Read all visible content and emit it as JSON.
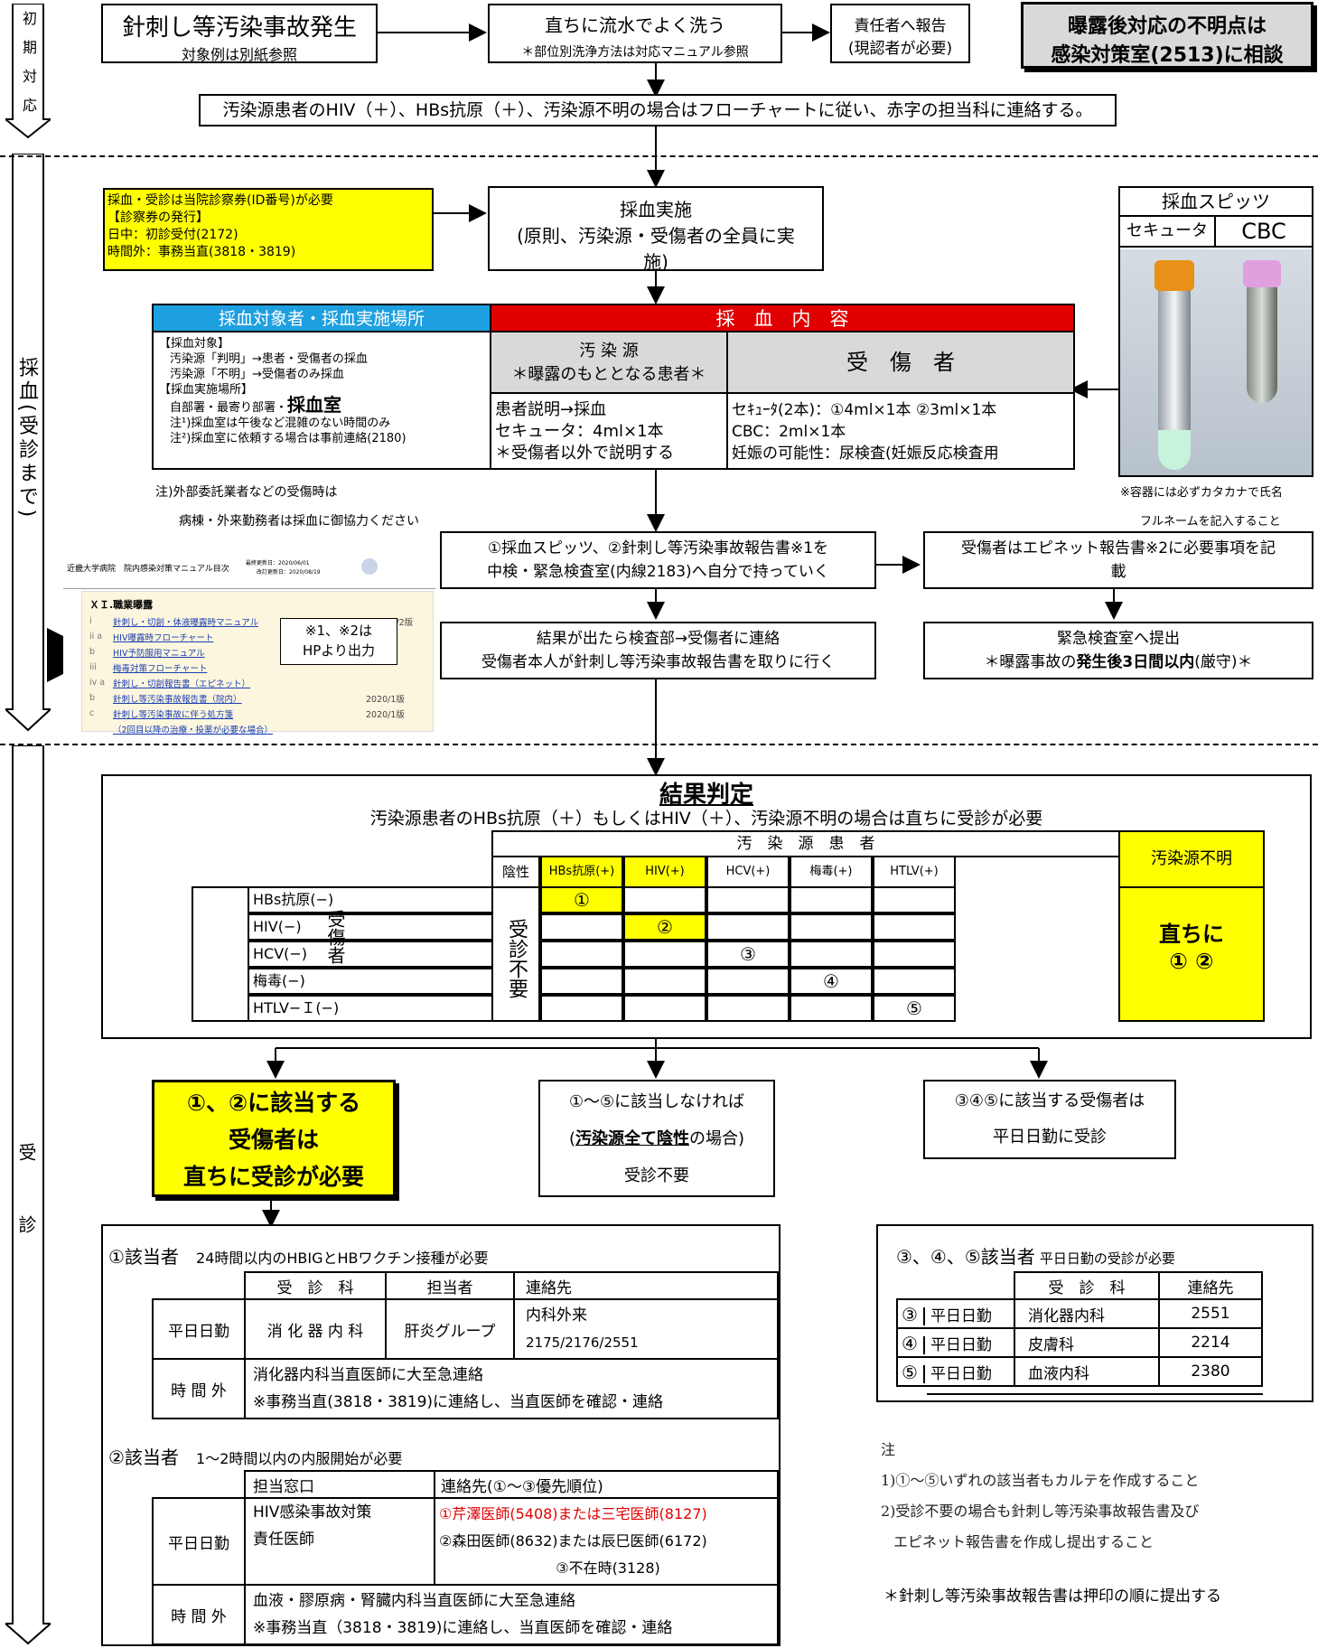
{
  "side": {
    "phase1": "初期対応",
    "phase2": "採血(受診まで)",
    "phase3": "受診"
  },
  "top": {
    "accident_title": "針刺し等汚染事故発生",
    "accident_sub": "対象例は別紙参照",
    "wash_title": "直ちに流水でよく洗う",
    "wash_sub": "＊部位別洗浄方法は対応マニュアル参照",
    "report_line1": "責任者へ報告",
    "report_line2": "(現認者が必要)",
    "consult_line1": "曝露後対応の不明点は",
    "consult_line2": "感染対策室(2513)に相談",
    "contact_note": "汚染源患者のHIV（＋）、HBs抗原（＋）、汚染源不明の場合はフローチャートに従い、赤字の担当科に連絡する。"
  },
  "blood": {
    "card_line1": "採血・受診は当院診察券(ID番号)が必要",
    "card_line2": "【診察券の発行】",
    "card_line3": "日中：初診受付(2172)",
    "card_line4": "時間外：事務当直(3818・3819)",
    "draw_title": "採血実施",
    "draw_sub": "(原則、汚染源・受傷者の全員に実施)",
    "tube_header": "採血スピッツ",
    "tube_a": "セキュータ",
    "tube_b": "CBC",
    "tube_note1": "※容器には必ずカタカナで氏名",
    "tube_note2": "フルネームを記入すること",
    "target_header": "採血対象者・採血実施場所",
    "content_header": "採　血　内　容",
    "target_l1": "【採血対象】",
    "target_l2": "汚染源「判明」→患者・受傷者の採血",
    "target_l3": "汚染源「不明」→受傷者のみ採血",
    "target_l4": "【採血実施場所】",
    "target_l5a": "自部署・最寄り部署・",
    "target_l5b": "採血室",
    "target_l6": "注¹)採血室は午後など混雑のない時間のみ",
    "target_l7": "注²)採血室に依頼する場合は事前連絡(2180)",
    "source_title": "汚 染 源",
    "source_sub": "＊曝露のもととなる患者＊",
    "injured_title": "受　傷　者",
    "source_l1": "患者説明→採血",
    "source_l2": "セキュータ：4ml×1本",
    "source_l3": "＊受傷者以外で説明する",
    "injured_l1": "セｷｭｰﾀ(2本)：①4ml×1本 ②3ml×1本",
    "injured_l2": "CBC：2ml×1本",
    "injured_l3": "妊娠の可能性：尿検査(妊娠反応検査用",
    "outsource_l1": "注)外部委託業者などの受傷時は",
    "outsource_l2": "病棟・外来勤務者は採血に御協力ください",
    "step_carry_l1": "①採血スピッツ、②針刺し等汚染事故報告書※1を",
    "step_carry_l2": "中検・緊急検査室(内線2183)へ自分で持っていく",
    "step_epinet_l1": "受傷者はエピネット報告書※2に必要事項を記",
    "step_epinet_l2": "載",
    "step_result_l1": "結果が出たら検査部→受傷者に連絡",
    "step_result_l2": "受傷者本人が針刺し等汚染事故報告書を取りに行く",
    "step_submit_l1": "緊急検査室へ提出",
    "step_submit_l2a": "＊曝露事故の",
    "step_submit_l2b": "発生後3日間以内",
    "step_submit_l2c": "(厳守)＊"
  },
  "manual": {
    "hospital": "近畿大学病院　院内感染対策マニュアル目次",
    "dates1": "最終更新日：2020/06/01",
    "dates2": "改訂更新日：2020/08/19",
    "chapter": "ＸＩ.職業曝露",
    "items": [
      {
        "no": "i",
        "text": "針刺し・切創・体液曝露時マニュアル",
        "ver": "2020/1/2版"
      },
      {
        "no": "ii  a",
        "text": "HIV曝露時フローチャート",
        "ver": "版"
      },
      {
        "no": "b",
        "text": "HIV予防服用マニュアル",
        "ver": "版"
      },
      {
        "no": "iii",
        "text": "梅毒対策フローチャート",
        "ver": ""
      },
      {
        "no": "iv  a",
        "text": "針刺し・切創報告書（エピネット）",
        "ver": ""
      },
      {
        "no": "b",
        "text": "針刺し等汚染事故報告書（院内）",
        "ver": "2020/1版"
      },
      {
        "no": "c",
        "text": "針刺し等汚染事故に伴う処方箋",
        "ver": "2020/1版"
      },
      {
        "no": "",
        "text": "（2回目以降の治療・投薬が必要な場合）",
        "ver": ""
      }
    ],
    "callout_l1": "※1、※2は",
    "callout_l2": "HPより出力"
  },
  "result": {
    "title": "結果判定",
    "subtitle": "汚染源患者のHBs抗原（＋）もしくはHIV（＋）、汚染源不明の場合は直ちに受診が必要",
    "source_patient": "汚　染　源　患　者",
    "source_unknown": "汚染源不明",
    "col_negative": "陰性",
    "cols": [
      "HBs抗原(+)",
      "HIV(+)",
      "HCV(+)",
      "梅毒(+)",
      "HTLV(+)"
    ],
    "injured_label": "受傷者",
    "rows": [
      "HBs抗原(−)",
      "HIV(−)",
      "HCV(−)",
      "梅毒(−)",
      "HTLV−Ｉ(−)"
    ],
    "no_visit": "受診不要",
    "marks": [
      "①",
      "②",
      "③",
      "④",
      "⑤"
    ],
    "immediate_l1": "直ちに",
    "immediate_l2": "① ②"
  },
  "outcome": {
    "a_l1": "①、②に該当する",
    "a_l2": "受傷者は",
    "a_l3": "直ちに受診が必要",
    "b_l1": "①～⑤に該当しなければ",
    "b_l2a": "汚染源全て陰性",
    "b_l2b": "の場合)",
    "b_l2open": "(",
    "b_l3": "受診不要",
    "c_l1": "③④⑤に該当する受傷者は",
    "c_l2": "平日日勤に受診"
  },
  "case1": {
    "title": "①該当者",
    "desc": "24時間以内のHBIGとHBワクチン接種が必要",
    "h1": "受　診　科",
    "h2": "担当者",
    "h3": "連絡先",
    "weekday": "平日日勤",
    "dept": "消 化 器 内 科",
    "person": "肝炎グループ",
    "contact1": "内科外来",
    "contact2": "2175/2176/2551",
    "afterhours": "時 間 外",
    "ah1": "消化器内科当直医師に大至急連絡",
    "ah2": "※事務当直(3818・3819)に連絡し、当直医師を確認・連絡"
  },
  "case2": {
    "title": "②該当者",
    "desc": "1～2時間以内の内服開始が必要",
    "h1": "担当窓口",
    "h2": "連絡先(①～③優先順位)",
    "weekday": "平日日勤",
    "window1": "HIV感染事故対策",
    "window2": "責任医師",
    "c1": "①芹澤医師(5408)または三宅医師(8127)",
    "c2": "②森田医師(8632)または辰巳医師(6172)",
    "c3": "③不在時(3128)",
    "afterhours": "時 間 外",
    "ah1": "血液・膠原病・腎臓内科当直医師に大至急連絡",
    "ah2": "※事務当直（3818・3819)に連絡し、当直医師を確認・連絡"
  },
  "case345": {
    "title": "③、④、⑤該当者",
    "desc": "平日日勤の受診が必要",
    "h1": "受　診　科",
    "h2": "連絡先",
    "rows": [
      {
        "mark": "③",
        "when": "平日日勤",
        "dept": "消化器内科",
        "tel": "2551"
      },
      {
        "mark": "④",
        "when": "平日日勤",
        "dept": "皮膚科",
        "tel": "2214"
      },
      {
        "mark": "⑤",
        "when": "平日日勤",
        "dept": "血液内科",
        "tel": "2380"
      }
    ]
  },
  "notes": {
    "head": "注",
    "n1": "1)①～⑤いずれの該当者もカルテを作成すること",
    "n2": "2)受診不要の場合も針刺し等汚染事故報告書及び",
    "n3": "エピネット報告書を作成し提出すること",
    "n4": "＊針刺し等汚染事故報告書は押印の順に提出する"
  },
  "colors": {
    "yellow": "#ffff00",
    "blue_header": "#1ea0e0",
    "red_header": "#e00000",
    "grey_cell": "#d9d9d9"
  }
}
